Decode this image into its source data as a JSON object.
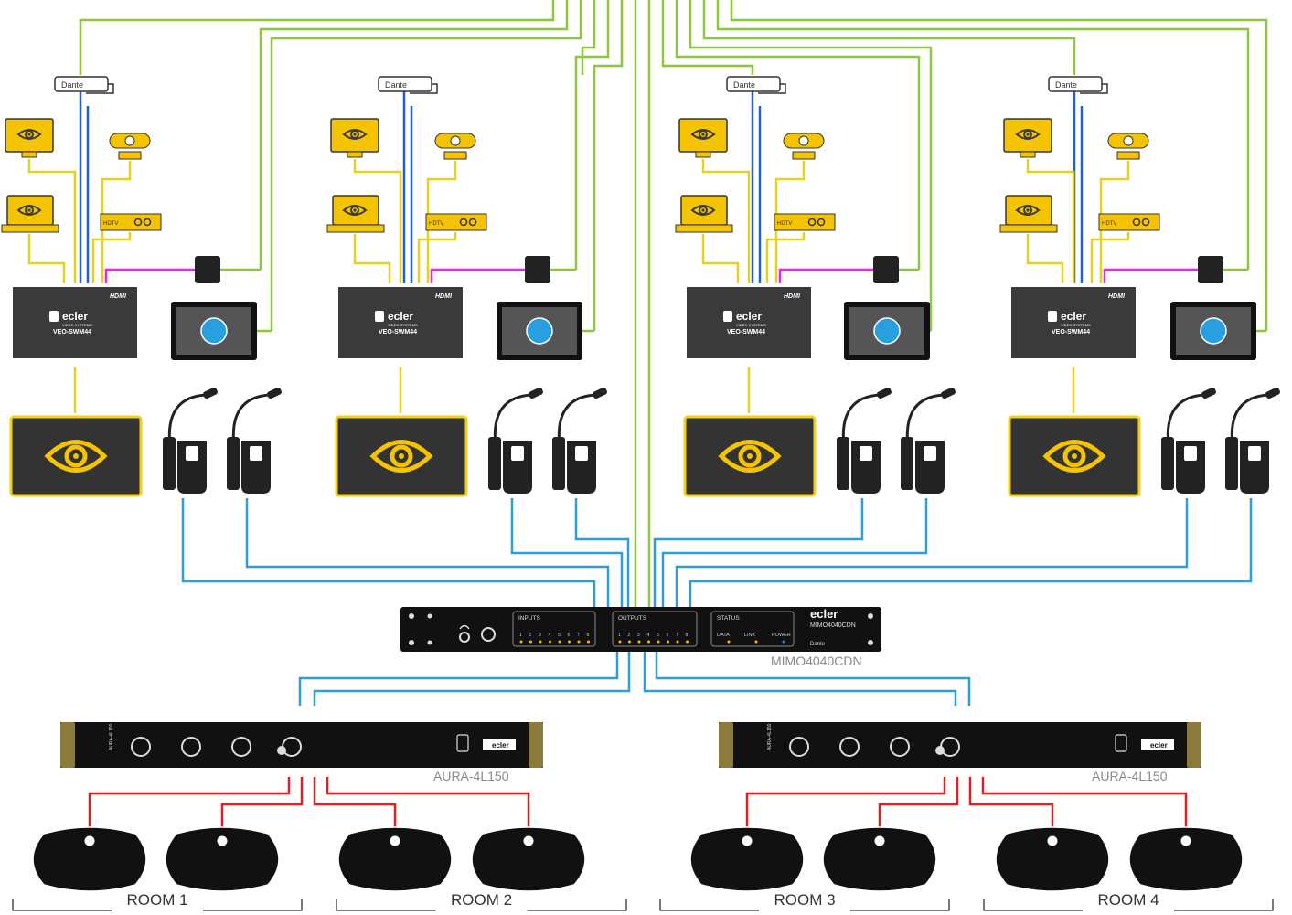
{
  "colors": {
    "network": "#8dc63f",
    "dante": "#1f5fd8",
    "hdmi": "#e6d21e",
    "usb": "#ee22ee",
    "audio_in": "#2b9fd8",
    "speaker": "#e02020",
    "device": "#3a3a3a",
    "accent_yellow": "#f5c400"
  },
  "rooms": [
    {
      "label": "ROOM 1"
    },
    {
      "label": "ROOM 2"
    },
    {
      "label": "ROOM 3"
    },
    {
      "label": "ROOM 4"
    }
  ],
  "unit": {
    "dante_label": "Dante",
    "hdtv_label": "HDTV",
    "hdmi_logo": "HDMI",
    "switcher_brand": "ecler",
    "switcher_sub": "VIDEO SYSTEMS",
    "switcher_model": "VEO-SWM44"
  },
  "matrix": {
    "name": "MIMO4040CDN",
    "brand": "ecler",
    "model_plate": "MIMO4040CDN",
    "inputs_label": "INPUTS",
    "outputs_label": "OUTPUTS",
    "status_label": "STATUS",
    "status_items": [
      "DATA",
      "LINK",
      "POWER"
    ],
    "channel_numbers": [
      "1",
      "2",
      "3",
      "4",
      "5",
      "6",
      "7",
      "8"
    ]
  },
  "amplifiers": [
    {
      "name": "AURA-4L150",
      "plate": "AURA-4L150",
      "brand": "ecler"
    },
    {
      "name": "AURA-4L150",
      "plate": "AURA-4L150",
      "brand": "ecler"
    }
  ]
}
